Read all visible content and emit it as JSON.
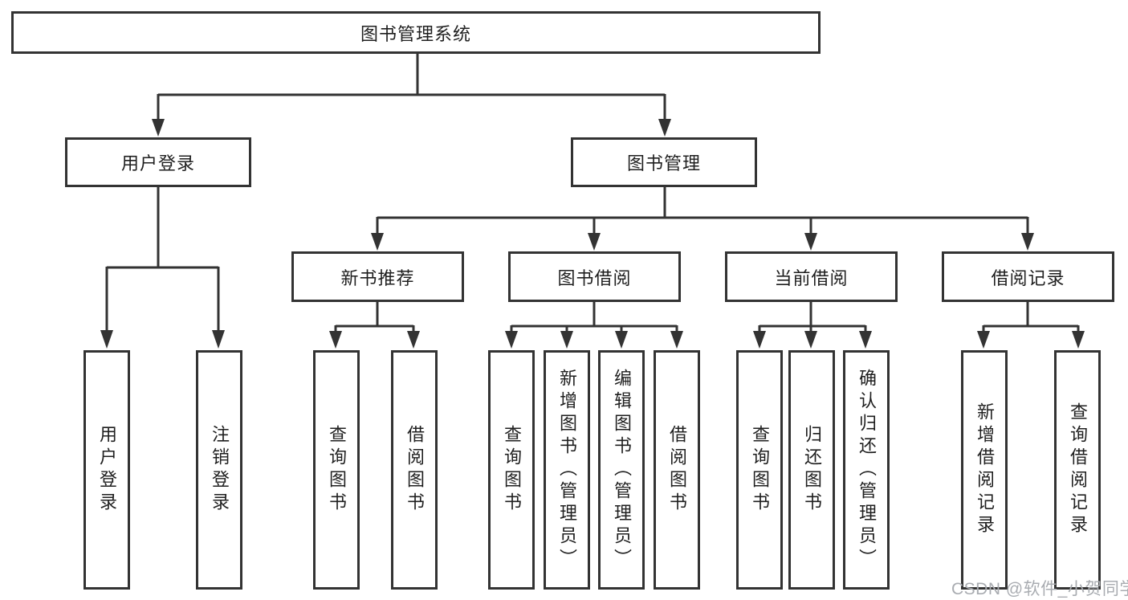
{
  "colors": {
    "line": "#333333",
    "text": "#1f1f1f",
    "bg": "#ffffff",
    "watermark": "#a9acb1"
  },
  "watermark": {
    "text": "CSDN @软件_小贺同学"
  },
  "tree": {
    "root": {
      "label": "图书管理系统"
    },
    "branches": [
      {
        "label": "用户登录",
        "children": [
          {
            "label": "用户登录"
          },
          {
            "label": "注销登录"
          }
        ]
      },
      {
        "label": "图书管理",
        "sections": [
          {
            "label": "新书推荐",
            "children": [
              {
                "label": "查询图书"
              },
              {
                "label": "借阅图书"
              }
            ]
          },
          {
            "label": "图书借阅",
            "children": [
              {
                "label": "查询图书"
              },
              {
                "label": "新增图书（管理员）"
              },
              {
                "label": "编辑图书（管理员）"
              },
              {
                "label": "借阅图书"
              }
            ]
          },
          {
            "label": "当前借阅",
            "children": [
              {
                "label": "查询图书"
              },
              {
                "label": "归还图书"
              },
              {
                "label": "确认归还（管理员）"
              }
            ]
          },
          {
            "label": "借阅记录",
            "children": [
              {
                "label": "新增借阅记录"
              },
              {
                "label": "查询借阅记录"
              }
            ]
          }
        ]
      }
    ]
  }
}
